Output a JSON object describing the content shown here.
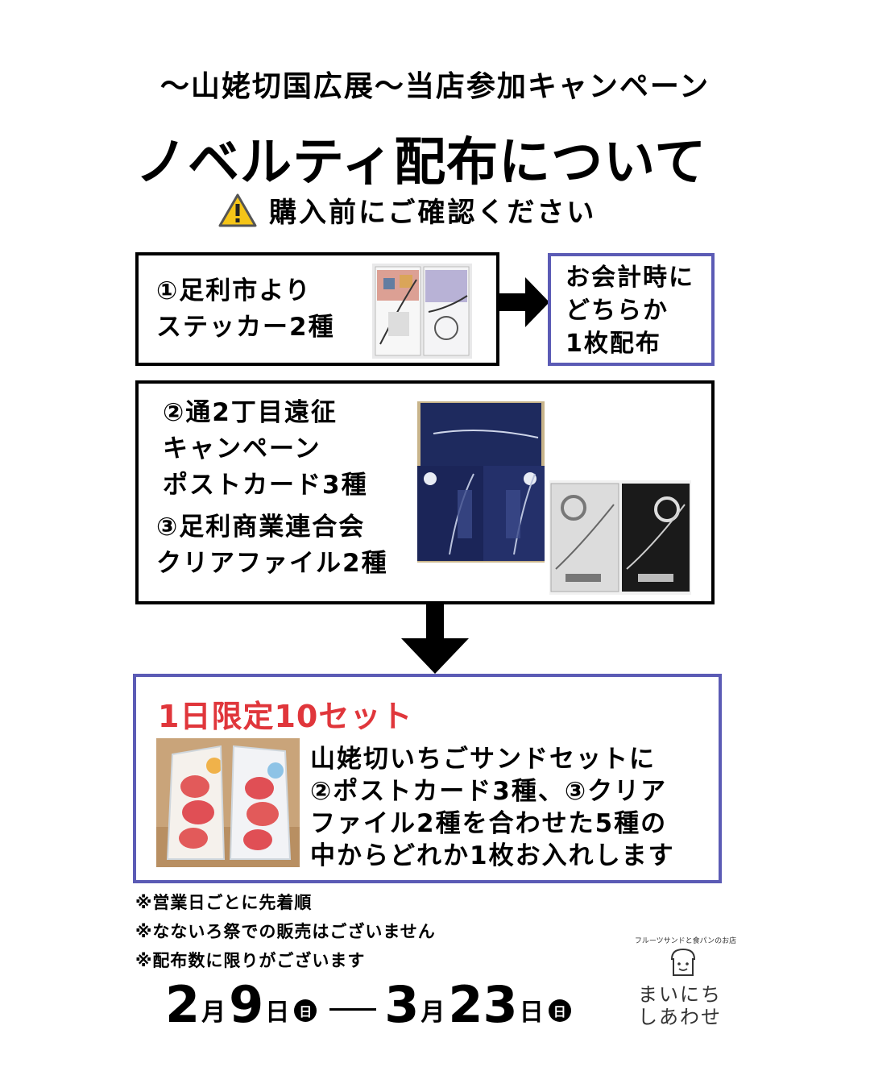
{
  "header": {
    "subtitle": "〜山姥切国広展〜当店参加キャンペーン",
    "title": "ノベルティ配布について",
    "warning": "購入前にご確認ください"
  },
  "box1": {
    "lines": [
      "①足利市より",
      "ステッカー2種"
    ]
  },
  "box_right": {
    "lines": [
      "お会計時に",
      "どちらか",
      "1枚配布"
    ]
  },
  "box2": {
    "item2_lines": [
      "②通2丁目遠征",
      "キャンペーン",
      "ポストカード3種"
    ],
    "item3_lines": [
      "③足利商業連合会",
      "クリアファイル2種"
    ]
  },
  "box3": {
    "limit": "1日限定10セット",
    "desc_lines": [
      "山姥切いちごサンドセットに",
      "②ポストカード3種、③クリア",
      "ファイル2種を合わせた5種の",
      "中からどれか1枚お入れします"
    ]
  },
  "notes": [
    "※営業日ごとに先着順",
    "※なないろ祭での販売はございません",
    "※配布数に限りがございます"
  ],
  "dates": {
    "start_month": "2",
    "start_month_unit": "月",
    "start_day": "9",
    "start_day_unit": "日",
    "start_weekday": "日",
    "end_month": "3",
    "end_month_unit": "月",
    "end_day": "23",
    "end_day_unit": "日",
    "end_weekday": "日"
  },
  "logo": {
    "arc_text": "フルーツサンドと食パンのお店",
    "line1": "まいにち",
    "line2": "しあわせ"
  },
  "colors": {
    "accent_red": "#e0363b",
    "border_blue": "#5b5bb5",
    "warning_yellow": "#f5c518"
  }
}
